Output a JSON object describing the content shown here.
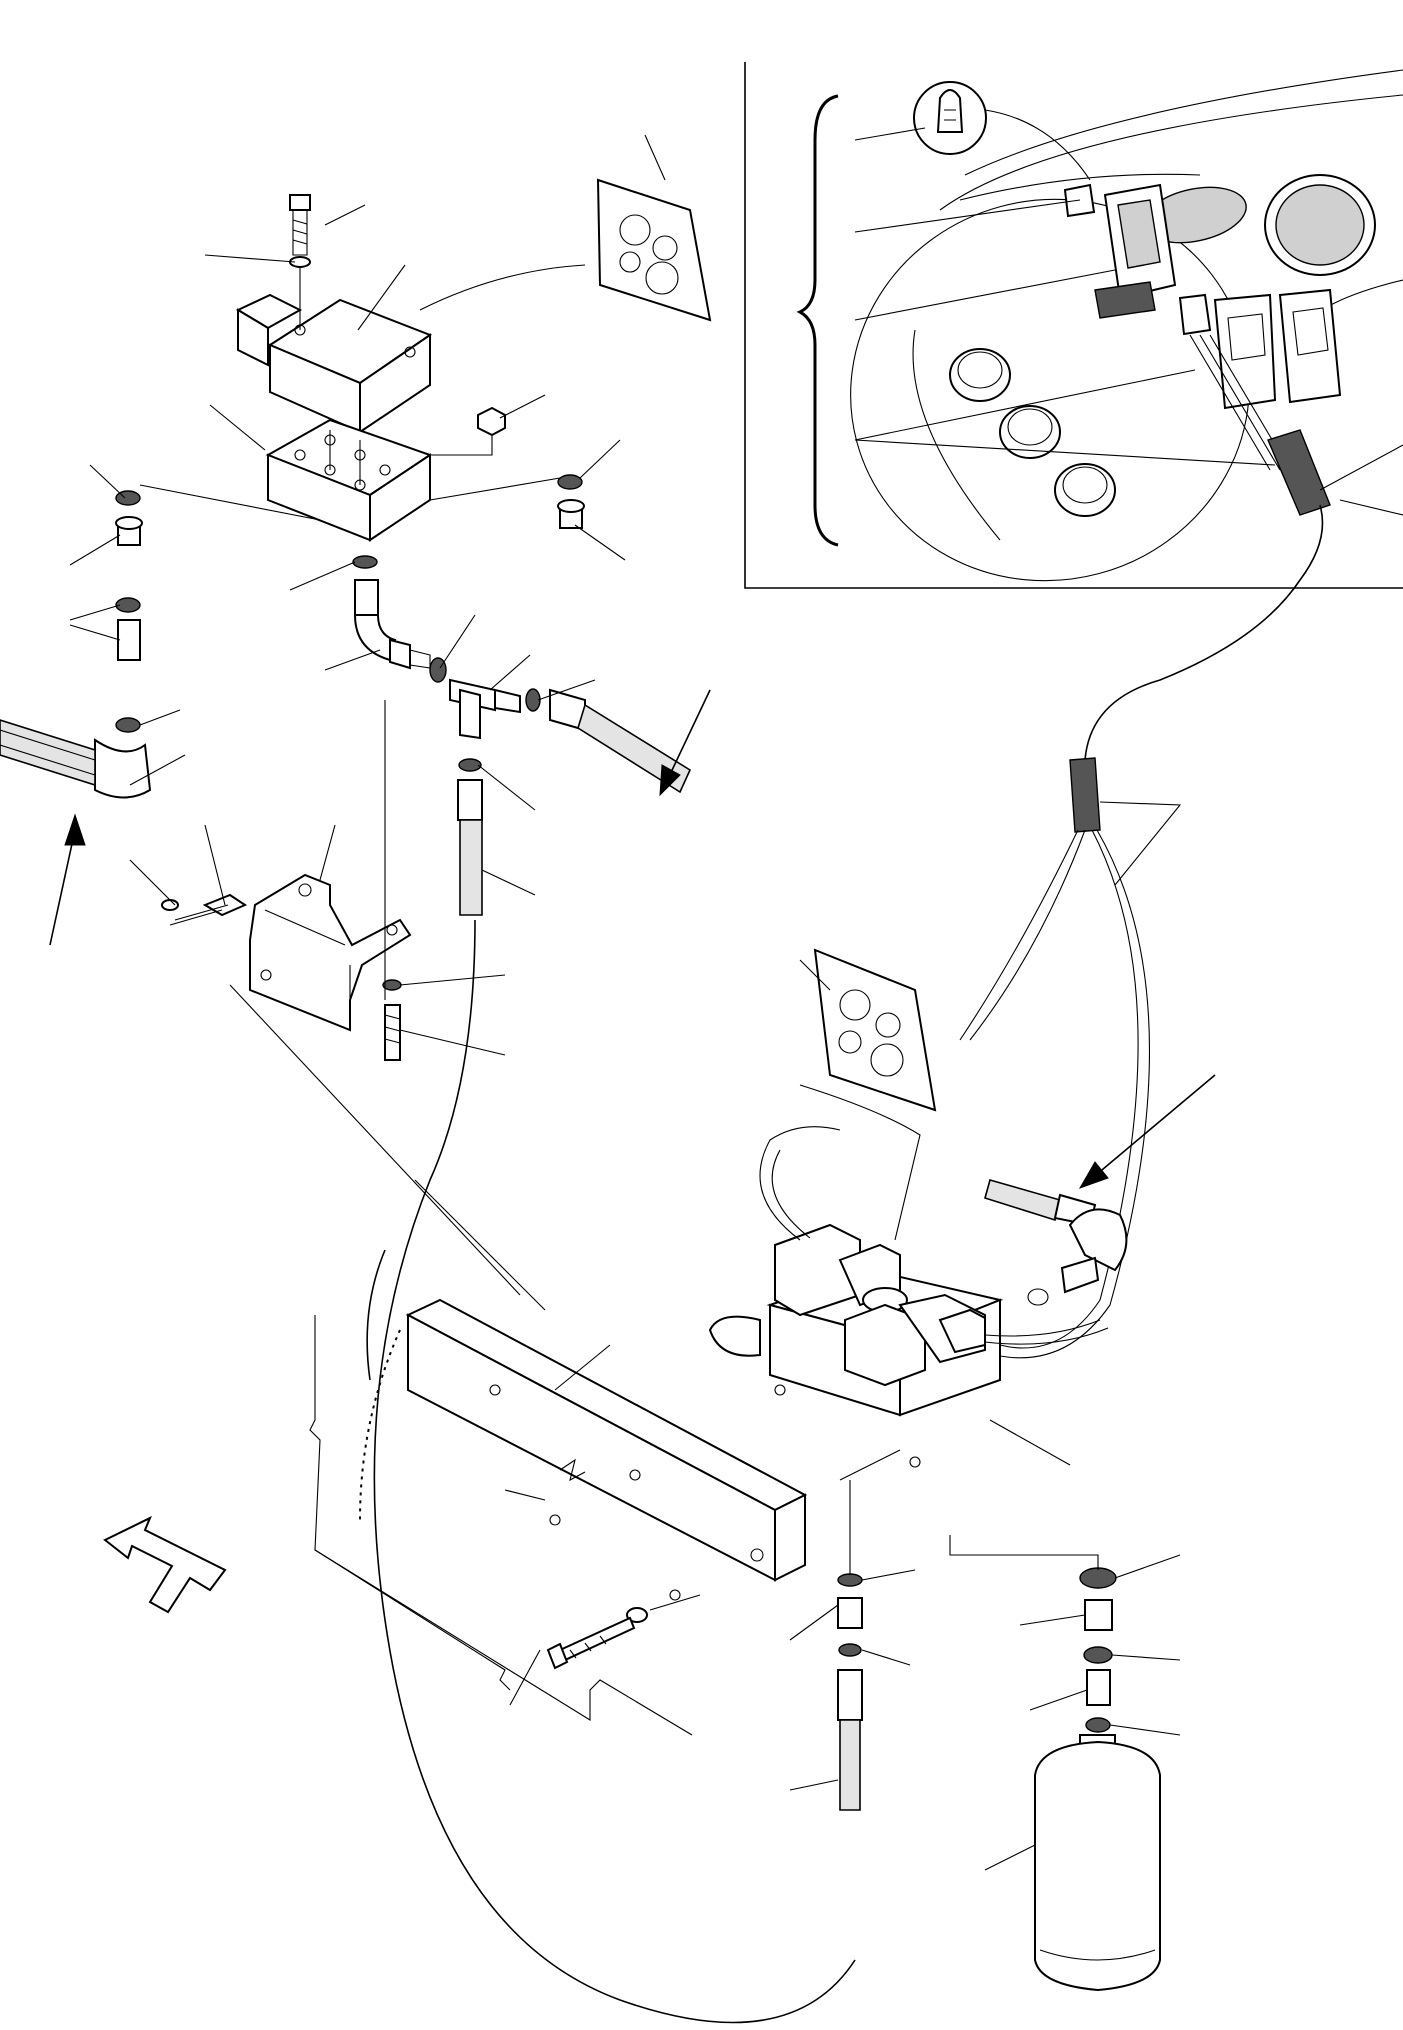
{
  "diagram": {
    "header_text": "",
    "colors": {
      "ink": "#000000",
      "paper": "#ffffff",
      "hose_fill": "#e4e4e4",
      "shade": "#d0d0d0"
    },
    "view_arrow": "front-direction-arrow",
    "inset_panel": {
      "contents": [
        "indicator-bulb",
        "rocker-switch",
        "switch-connector",
        "dashboard-switch-panel",
        "wire-harness"
      ]
    },
    "components": [
      "solenoid-valve-upper",
      "valve-manifold-plate",
      "mounting-bracket-upper",
      "elbow-fitting",
      "tee-fitting",
      "hose-assemblies",
      "seal-kit-upper",
      "solenoid-valve-lower",
      "mounting-rail",
      "seal-kit-lower",
      "accumulator"
    ]
  }
}
